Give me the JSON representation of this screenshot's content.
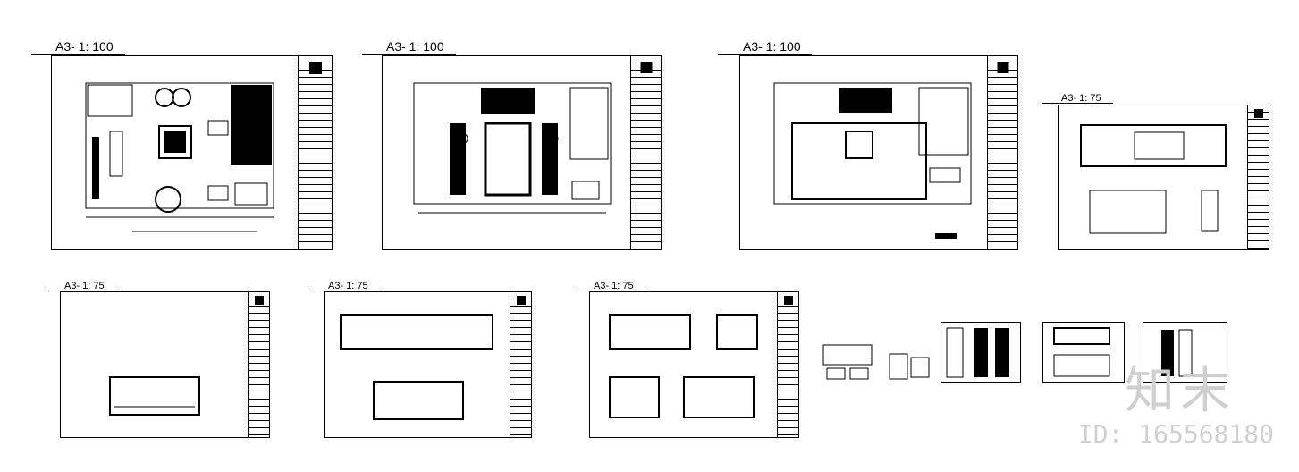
{
  "sheets": {
    "s1": {
      "scale": "A3- 1: 100"
    },
    "s2": {
      "scale": "A3- 1: 100"
    },
    "s3": {
      "scale": "A3- 1: 100"
    },
    "s4": {
      "scale": "A3- 1: 75"
    },
    "s5": {
      "scale": "A3- 1: 75"
    },
    "s6": {
      "scale": "A3- 1: 75"
    },
    "s7": {
      "scale": "A3- 1: 75"
    }
  },
  "watermark": {
    "logo": "知末",
    "id": "ID: 165568180"
  }
}
